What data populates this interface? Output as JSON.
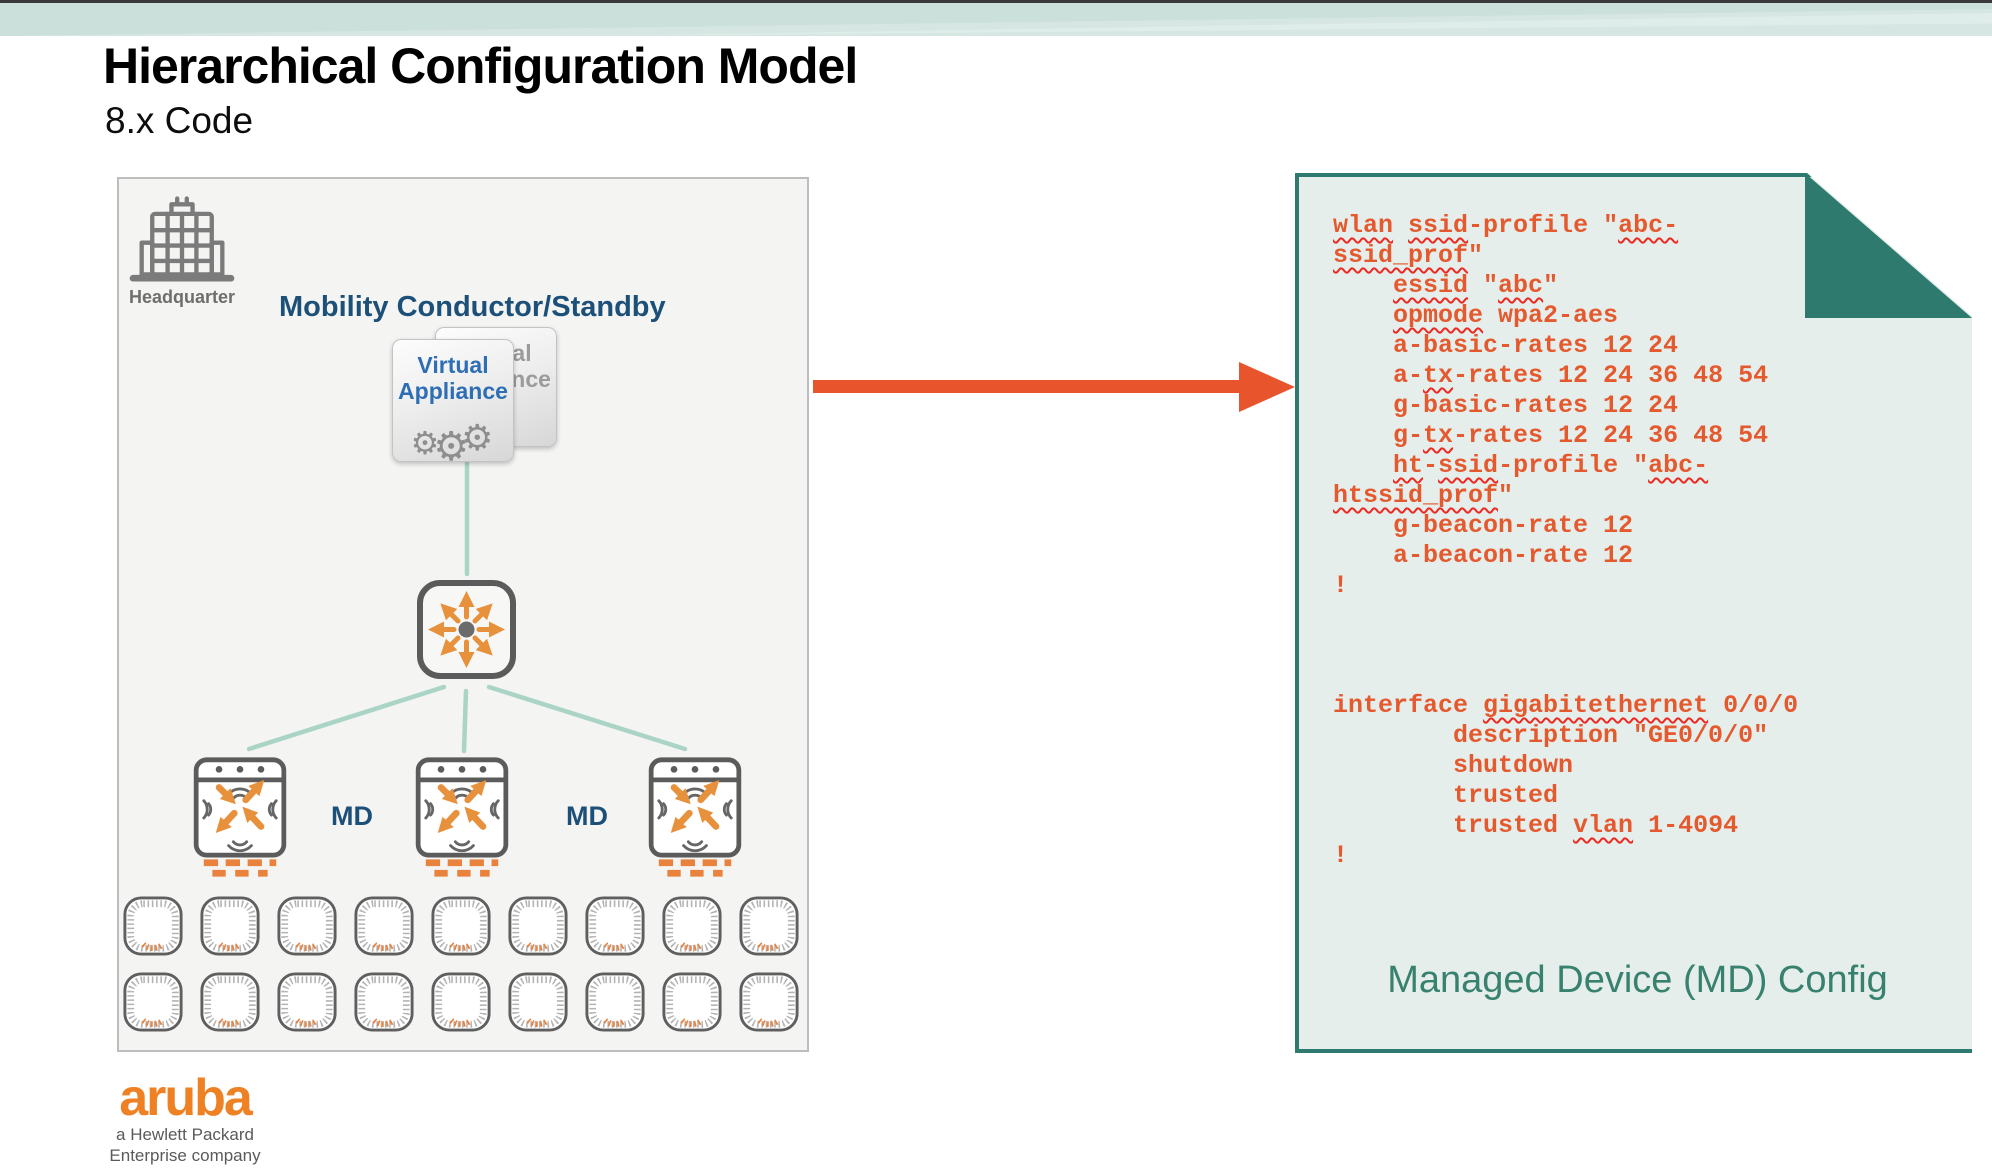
{
  "slide": {
    "title": "Hierarchical Configuration Model",
    "subtitle": "8.x Code"
  },
  "diagram": {
    "headquarter_label": "Headquarter",
    "conductor_label": "Mobility Conductor/Standby",
    "virtual_appliance": {
      "line1": "Virtual",
      "line2": "Appliance"
    },
    "md_labels": [
      "MD",
      "MD"
    ],
    "md_device_count": 3,
    "ap_rows": 2,
    "ap_per_row": 9,
    "icons": [
      "building-icon",
      "gear-icon",
      "controller-arrows-icon",
      "managed-device-icon",
      "access-point-icon"
    ]
  },
  "config_doc": {
    "caption": "Managed Device (MD) Config",
    "lines": [
      [
        {
          "t": "wlan",
          "u": true
        },
        {
          "t": " "
        },
        {
          "t": "ssid",
          "u": true
        },
        {
          "t": "-profile \""
        },
        {
          "t": "abc-",
          "u": true
        }
      ],
      [
        {
          "t": "ssid_prof",
          "u": true
        },
        {
          "t": "\""
        }
      ],
      [
        {
          "t": "    "
        },
        {
          "t": "essid",
          "u": true
        },
        {
          "t": " \""
        },
        {
          "t": "abc",
          "u": true
        },
        {
          "t": "\""
        }
      ],
      [
        {
          "t": "    "
        },
        {
          "t": "opmode",
          "u": true
        },
        {
          "t": " wpa2-aes"
        }
      ],
      [
        {
          "t": "    a-basic-rates 12 24"
        }
      ],
      [
        {
          "t": "    a-"
        },
        {
          "t": "tx",
          "u": true
        },
        {
          "t": "-rates 12 24 36 48 54"
        }
      ],
      [
        {
          "t": "    g-basic-rates 12 24"
        }
      ],
      [
        {
          "t": "    g-"
        },
        {
          "t": "tx",
          "u": true
        },
        {
          "t": "-rates 12 24 36 48 54"
        }
      ],
      [
        {
          "t": "    "
        },
        {
          "t": "ht",
          "u": true
        },
        {
          "t": "-"
        },
        {
          "t": "ssid",
          "u": true
        },
        {
          "t": "-profile \""
        },
        {
          "t": "abc-",
          "u": true
        }
      ],
      [
        {
          "t": "htssid_prof",
          "u": true
        },
        {
          "t": "\""
        }
      ],
      [
        {
          "t": "    g-beacon-rate 12"
        }
      ],
      [
        {
          "t": "    a-beacon-rate 12"
        }
      ],
      [
        {
          "t": "!"
        }
      ],
      [
        {
          "t": ""
        }
      ],
      [
        {
          "t": ""
        }
      ],
      [
        {
          "t": ""
        }
      ],
      [
        {
          "t": "interface "
        },
        {
          "t": "gigabitethernet",
          "u": true
        },
        {
          "t": " 0/0/0"
        }
      ],
      [
        {
          "t": "        description \"GE0/0/0\""
        }
      ],
      [
        {
          "t": "        shutdown"
        }
      ],
      [
        {
          "t": "        trusted"
        }
      ],
      [
        {
          "t": "        trusted "
        },
        {
          "t": "vlan",
          "u": true
        },
        {
          "t": " 1-4094"
        }
      ],
      [
        {
          "t": "!"
        }
      ]
    ]
  },
  "footer_logo": {
    "brand": "aruba",
    "tagline_line1": "a Hewlett Packard",
    "tagline_line2": "Enterprise company"
  },
  "colors": {
    "accent_orange": "#e8542c",
    "code_text": "#e5592e",
    "squiggle_red": "#ec2a21",
    "doc_teal": "#2e7a6e",
    "doc_bg": "#e5eeeb",
    "heading_blue": "#1d5078",
    "connector_green": "#a9d4c6",
    "icon_orange": "#e8913c",
    "band_green": "#cbdfdb",
    "aruba_orange": "#ee8124"
  }
}
